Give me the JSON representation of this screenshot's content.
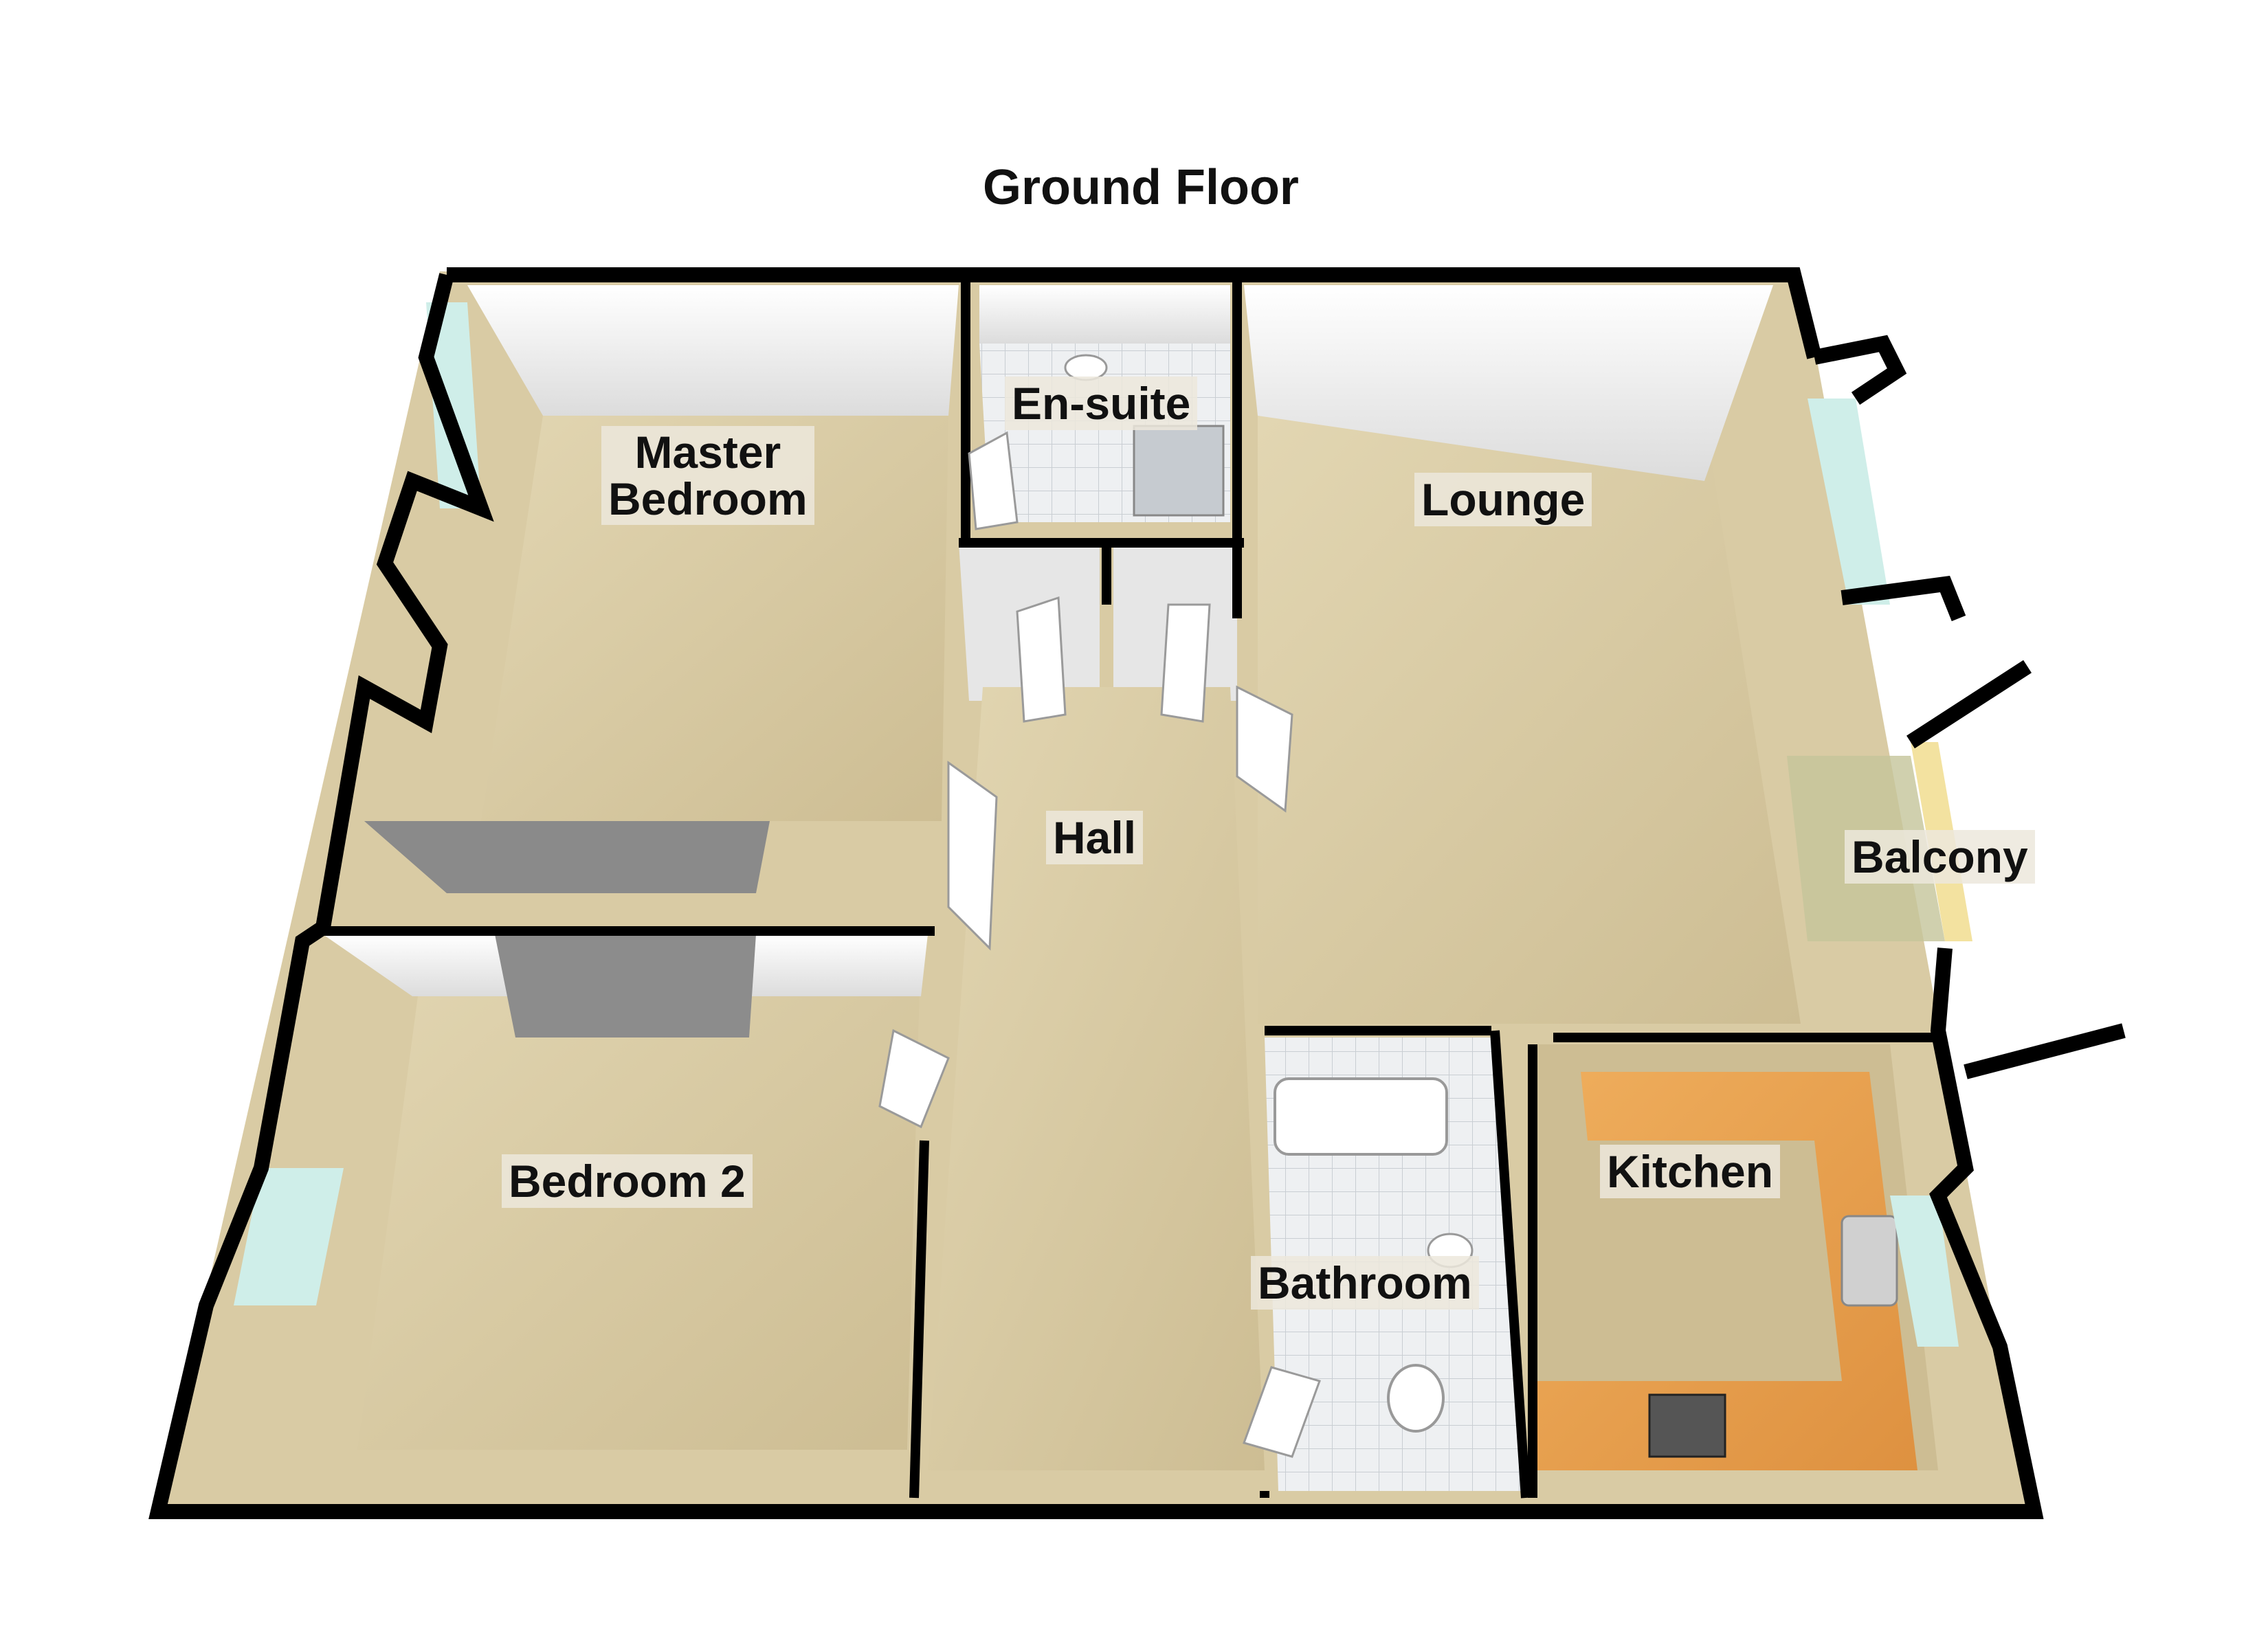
{
  "title": "Ground Floor",
  "rooms": {
    "master_bedroom_line1": "Master",
    "master_bedroom_line2": "Bedroom",
    "en_suite": "En-suite",
    "lounge": "Lounge",
    "hall": "Hall",
    "balcony": "Balcony",
    "bedroom_2": "Bedroom 2",
    "kitchen": "Kitchen",
    "bathroom": "Bathroom"
  },
  "colors": {
    "carpet": "#d9cba4",
    "wall": "#000000",
    "wall_face": "#f4f4f4",
    "tile": "#e9ecef",
    "kitchen_floor": "#e8a14f",
    "glass": "#cfeee9"
  }
}
